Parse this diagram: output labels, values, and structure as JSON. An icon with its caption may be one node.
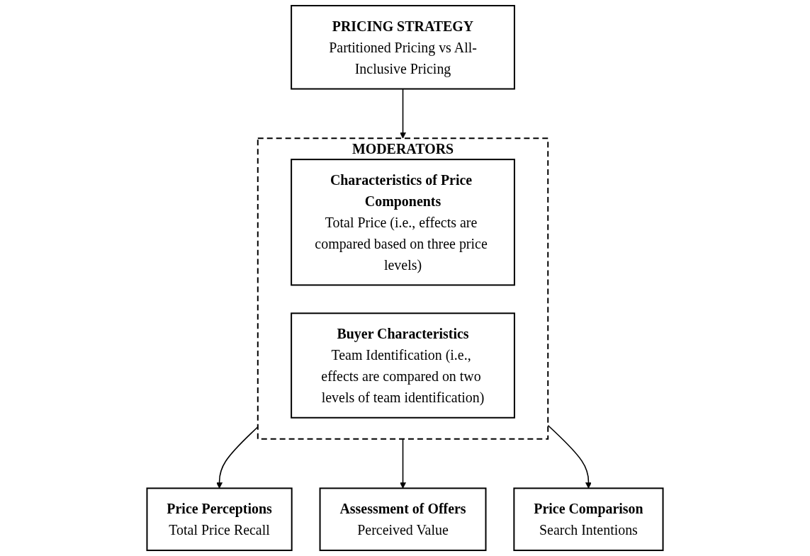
{
  "diagram": {
    "nodes": [
      {
        "text": [
          "PRICING STRATEGY",
          "Partitioned Pricing vs All-Inclusive Pricing"
        ]
      },
      {
        "text": [
          "MODERATORS"
        ]
      },
      {
        "text": [
          "Characteristics of Price Components",
          "Total Price (i.e., effects are compared based on three price levels)"
        ],
        "in": 1
      },
      {
        "text": [
          "Buyer Characteristics",
          "Team Identification (i.e., effects are compared on two levels of team identification)"
        ],
        "in": 1
      },
      {
        "text": [
          "Price Perceptions",
          "Total Price Recall"
        ]
      },
      {
        "text": [
          "Assessment of Offers",
          "Perceived Value"
        ]
      },
      {
        "text": [
          "Price Comparison",
          "Search Intentions"
        ]
      }
    ],
    "edges": [
      {
        "from": 0,
        "to": 1,
        "arrow": "to"
      },
      {
        "from": 1,
        "to": 4,
        "arrow": "to"
      },
      {
        "from": 1,
        "to": 5,
        "arrow": "to"
      },
      {
        "from": 1,
        "to": 6,
        "arrow": "to"
      }
    ]
  }
}
